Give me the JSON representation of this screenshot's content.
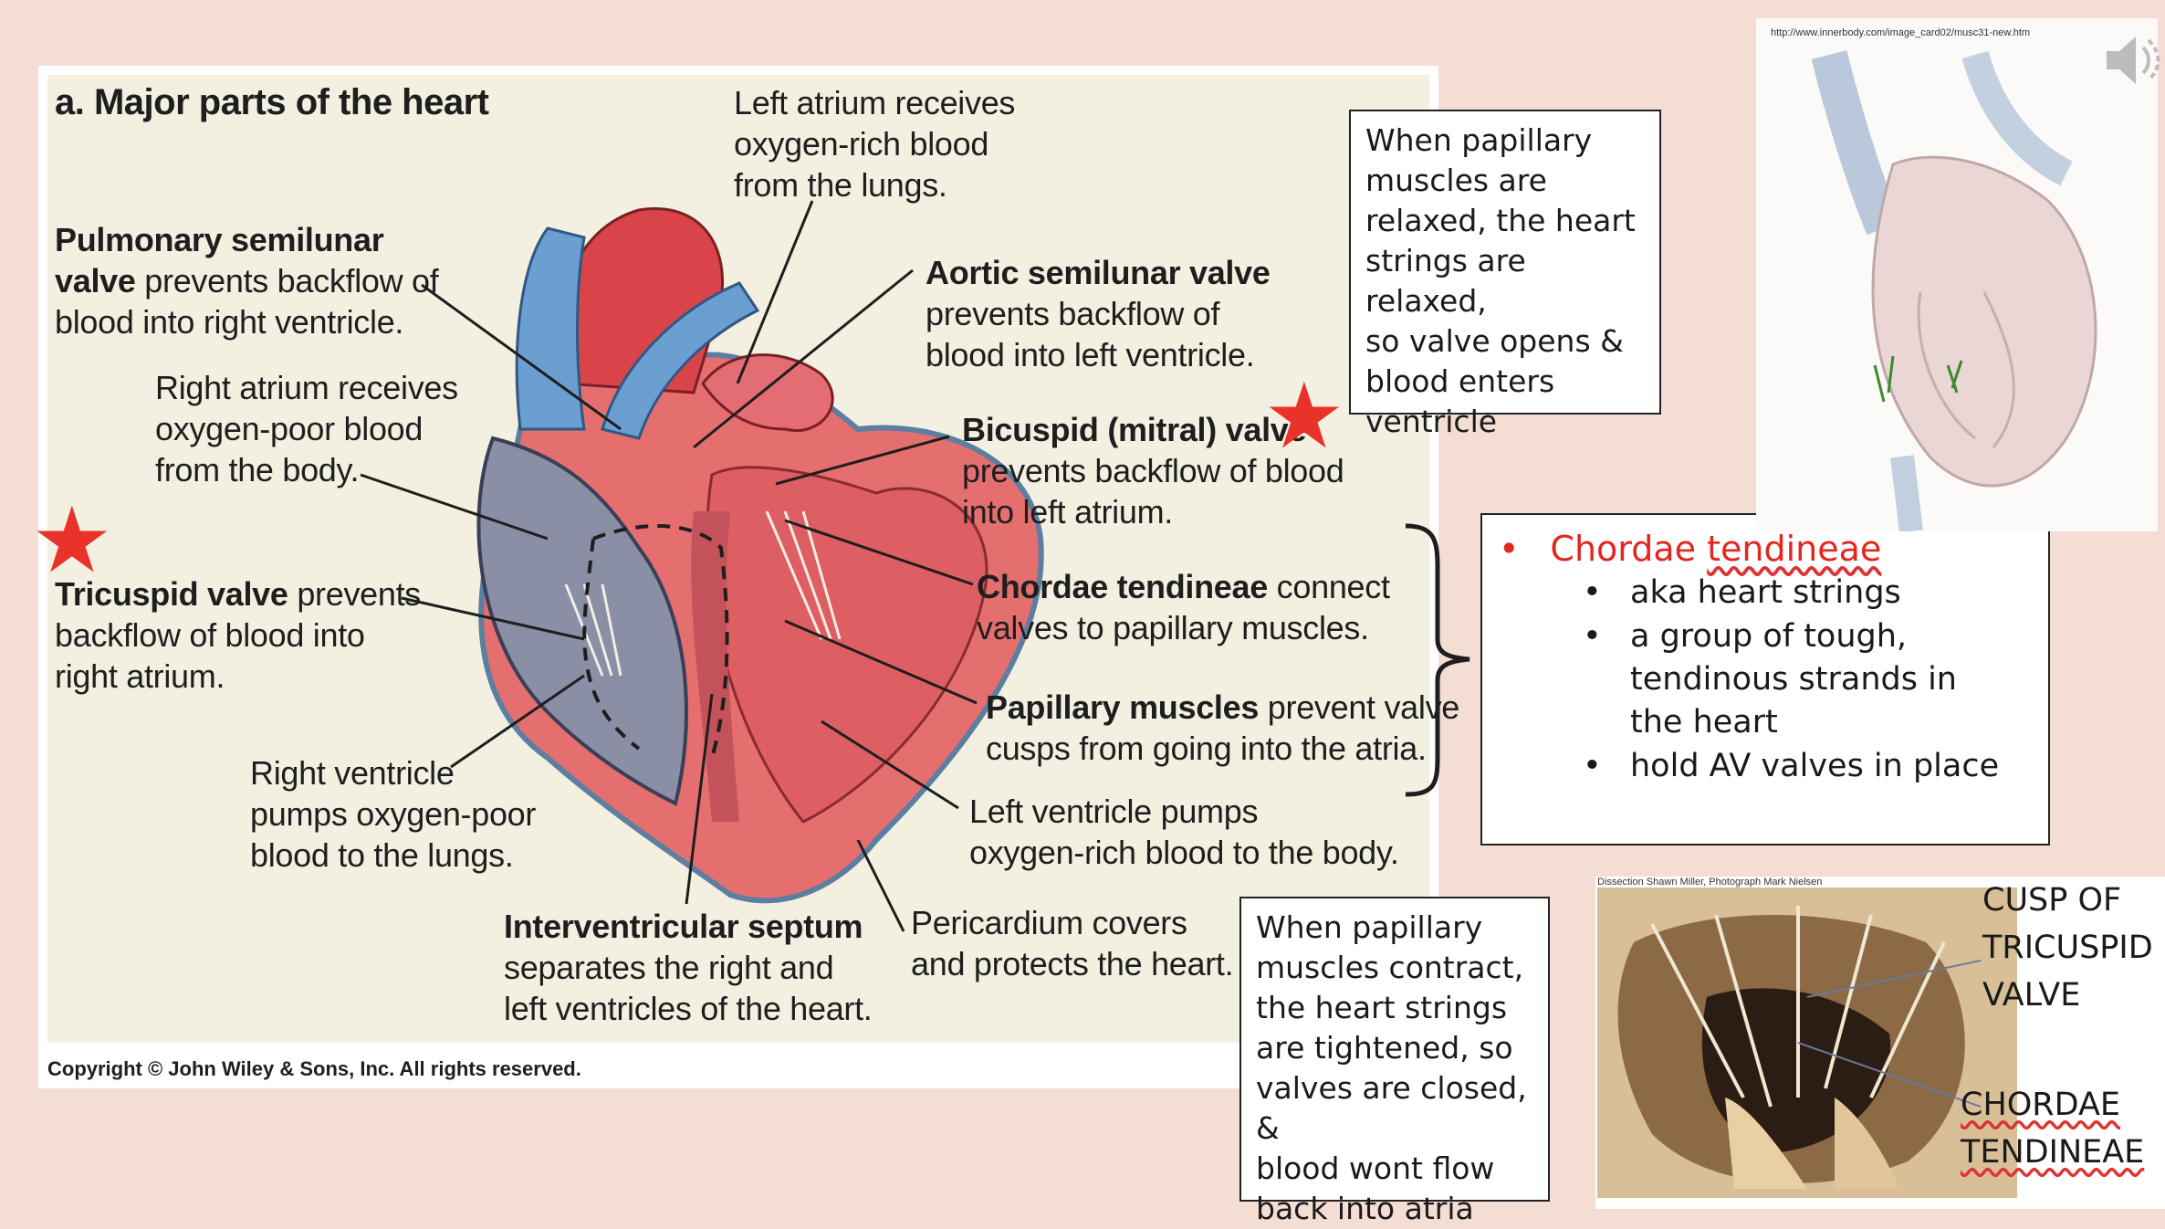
{
  "figure": {
    "title": "a. Major parts of the heart",
    "copyright": "Copyright © John Wiley & Sons, Inc. All rights reserved.",
    "labels": {
      "left_atrium": [
        "Left atrium receives",
        "oxygen-rich blood",
        "from the lungs."
      ],
      "pulmonary_bold": [
        "Pulmonary semilunar",
        "valve"
      ],
      "pulmonary_rest": [
        " prevents backflow of",
        "blood into right ventricle."
      ],
      "aortic_bold": "Aortic semilunar valve",
      "aortic_rest": [
        "prevents backflow of",
        "blood into left ventricle."
      ],
      "right_atrium": [
        "Right atrium receives",
        "oxygen-poor blood",
        "from the body."
      ],
      "bicuspid_bold": "Bicuspid (mitral) valve",
      "bicuspid_rest": [
        "prevents backflow of blood",
        "into left atrium."
      ],
      "tricuspid_bold": "Tricuspid valve",
      "tricuspid_rest": [
        " prevents",
        "backflow of blood into",
        "right atrium."
      ],
      "chordae_bold": "Chordae tendineae",
      "chordae_rest": [
        " connect",
        "valves to papillary muscles."
      ],
      "papillary_bold": "Papillary muscles",
      "papillary_rest": [
        " prevent valve",
        "cusps from going into the atria."
      ],
      "right_ventricle": [
        "Right ventricle",
        "pumps oxygen-poor",
        "blood to the lungs."
      ],
      "left_ventricle": [
        "Left ventricle pumps",
        "oxygen-rich blood to the body."
      ],
      "septum_bold": "Interventricular septum",
      "septum_rest": [
        "separates the right and",
        "left ventricles of the heart."
      ],
      "pericardium": [
        "Pericardium covers",
        "and protects the heart."
      ]
    }
  },
  "notes": {
    "relaxed": [
      "When papillary",
      "muscles are",
      "relaxed, the heart",
      "strings are relaxed,",
      "so valve opens &",
      "blood enters",
      "ventricle"
    ],
    "contract": [
      "When papillary",
      "muscles contract,",
      "the heart strings",
      "are tightened, so",
      "valves are closed, &",
      "blood wont flow",
      "back into atria"
    ],
    "chordae": {
      "bullet": "•",
      "heading_a": "Chordae ",
      "heading_b": "tendineae",
      "items": [
        {
          "bullet": "•",
          "text": "aka heart strings"
        },
        {
          "bullet": "•",
          "text": "a group of tough, tendinous strands in the heart"
        },
        {
          "bullet": "•",
          "text": "hold AV valves in place"
        }
      ]
    }
  },
  "thumb": {
    "url": "http://www.innerbody.com/image_card02/musc31-new.htm"
  },
  "photo": {
    "credit": "Dissection Shawn Miller, Photograph Mark Nielsen",
    "cusp": [
      "CUSP OF",
      "TRICUSPID",
      "VALVE"
    ],
    "chordae": [
      "CHORDAE",
      "TENDINEAE"
    ]
  },
  "colors": {
    "star": "#e8322a",
    "heading_red": "#e3261f",
    "background": "#f4ddd2"
  }
}
